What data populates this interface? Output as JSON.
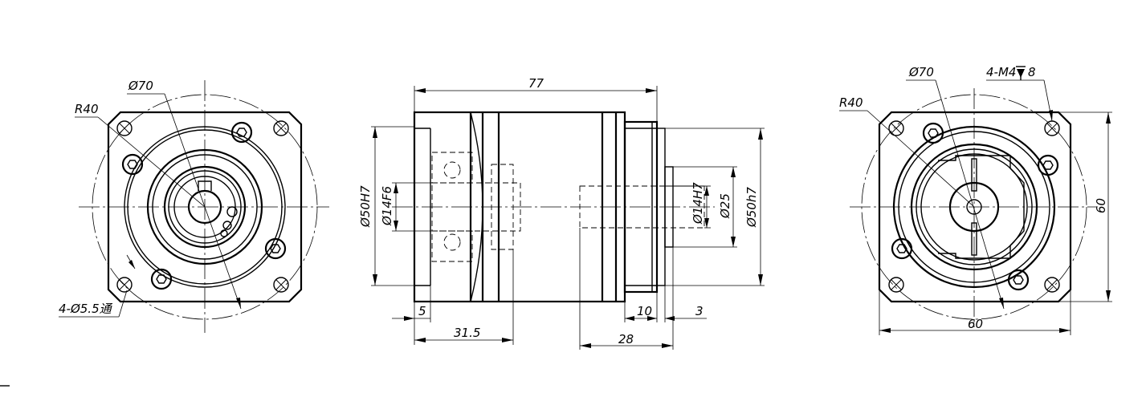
{
  "colors": {
    "line": "#000000",
    "background": "#ffffff"
  },
  "left_view": {
    "pcd_label": "Ø70",
    "radius_label": "R40",
    "holes_label": "4-Ø5.5通"
  },
  "side_view": {
    "length_label": "77",
    "pilot_label": "Ø50H7",
    "input_bore_label": "Ø14F6",
    "output_shaft_label": "Ø14H7",
    "shaft_body_label": "Ø25",
    "output_pilot_label": "Ø50h7",
    "dim_5": "5",
    "dim_31_5": "31.5",
    "dim_10": "10",
    "dim_3": "3",
    "dim_28": "28"
  },
  "right_view": {
    "pcd_label": "Ø70",
    "thread_label": "4-M4",
    "thread_depth": "8",
    "radius_label": "R40",
    "height_label": "60",
    "width_label": "60"
  }
}
